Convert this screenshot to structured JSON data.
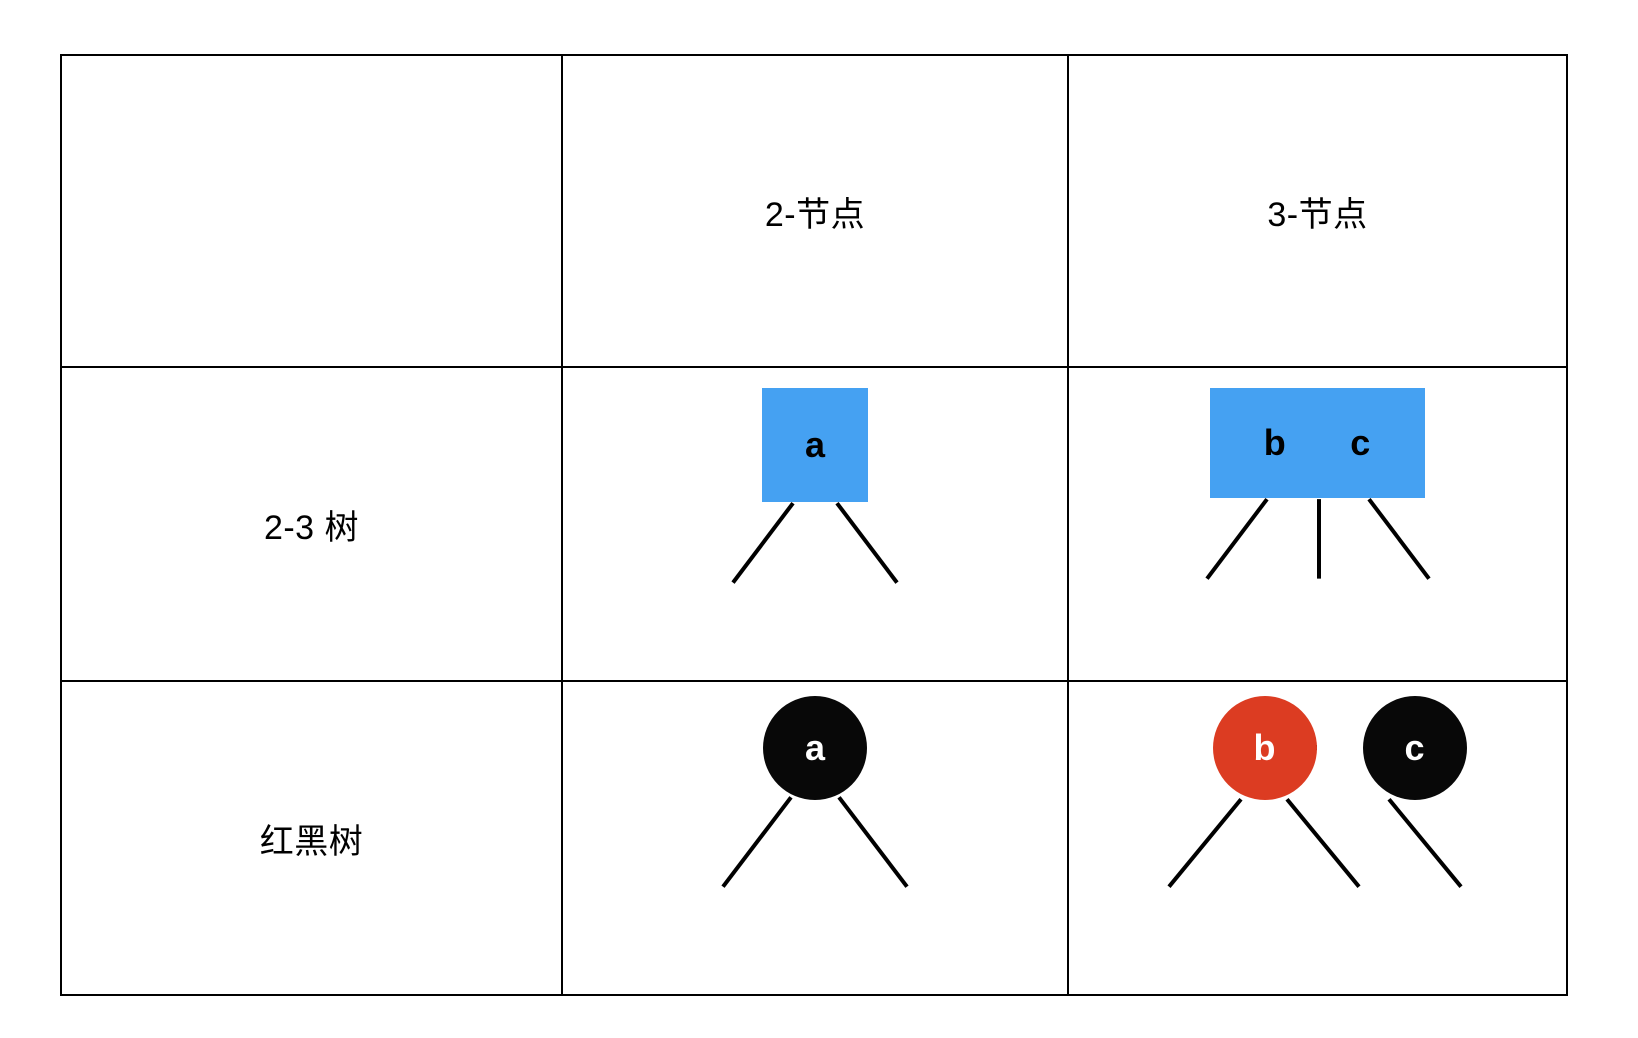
{
  "diagram": {
    "title_row": {
      "label_cell": "",
      "two_node_header": "2-节点",
      "three_node_header": "3-节点"
    },
    "rows": [
      {
        "label": "2-3 树",
        "two_node": {
          "shape": "rectangle",
          "fill": "#45A1F2",
          "text_color": "#000000",
          "keys": [
            "a"
          ],
          "children": 2
        },
        "three_node": {
          "shape": "rectangle",
          "fill": "#45A1F2",
          "text_color": "#000000",
          "keys": [
            "b",
            "c"
          ],
          "children": 3
        }
      },
      {
        "label": "红黑树",
        "two_node": {
          "shape": "circle",
          "nodes": [
            {
              "key": "a",
              "color": "black",
              "fill": "#080808",
              "text_color": "#ffffff"
            }
          ],
          "children": 2
        },
        "three_node": {
          "shape": "circle",
          "nodes": [
            {
              "key": "b",
              "color": "red",
              "fill": "#DC3C22",
              "text_color": "#ffffff"
            },
            {
              "key": "c",
              "color": "black",
              "fill": "#080808",
              "text_color": "#ffffff"
            }
          ],
          "children": 3,
          "link": "red-link-between-b-and-c"
        }
      }
    ],
    "colors": {
      "blue_node": "#45A1F2",
      "red_node": "#DC3C22",
      "black_node": "#080808",
      "border": "#000000",
      "background": "#ffffff"
    }
  }
}
